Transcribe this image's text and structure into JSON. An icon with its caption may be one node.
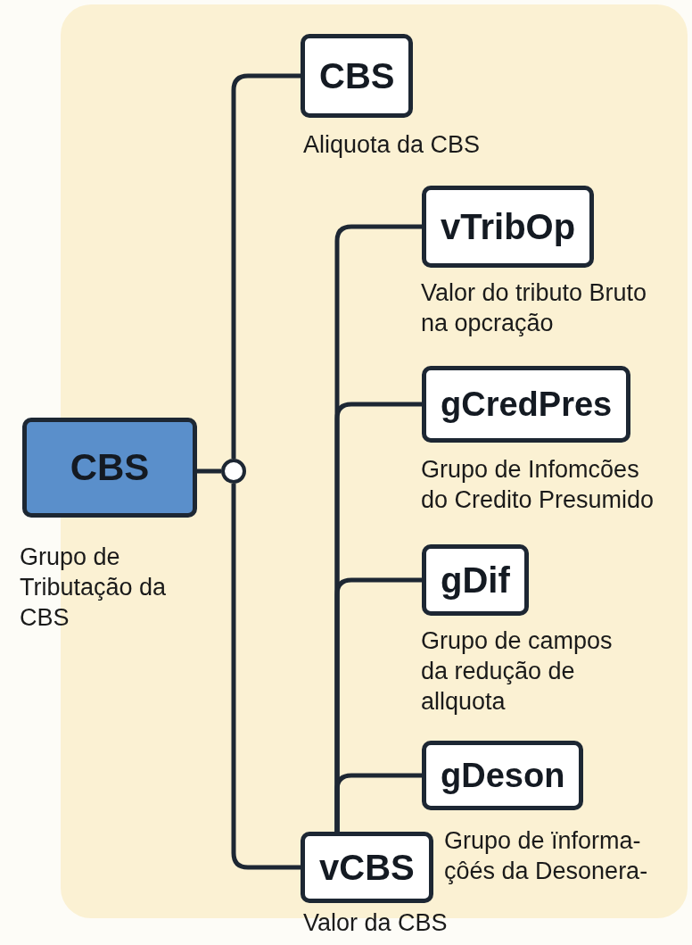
{
  "diagram": {
    "nodes": [
      {
        "text": [
          "CBS"
        ],
        "beside": [
          "Grupo de Tributação da CBS"
        ]
      },
      {
        "text": [],
        "shape": "circle"
      },
      {
        "text": [
          "CBS"
        ],
        "beside": [
          "Aliquota da CBS"
        ]
      },
      {
        "text": [
          "vTribOp"
        ],
        "beside": [
          "Valor do tributo Bruto na opcração"
        ]
      },
      {
        "text": [
          "gCredPres"
        ],
        "beside": [
          "Grupo de Infomcões do Credito Presumido"
        ]
      },
      {
        "text": [
          "gDif"
        ],
        "beside": [
          "Grupo de campos da redução de allquota"
        ]
      },
      {
        "text": [
          "gDeson"
        ]
      },
      {
        "text": [
          "vCBS"
        ],
        "beside": [
          "Grupo de ïnforma- çôés da Desonera-",
          "Valor da CBS"
        ]
      }
    ],
    "edges": [
      {
        "from": 0,
        "to": 1,
        "arrow": "none"
      },
      {
        "from": 1,
        "to": 2,
        "arrow": "none"
      },
      {
        "from": 1,
        "to": 7,
        "arrow": "none"
      },
      {
        "from": 7,
        "to": 3,
        "arrow": "none"
      },
      {
        "from": 7,
        "to": 4,
        "arrow": "none"
      },
      {
        "from": 7,
        "to": 5,
        "arrow": "none"
      },
      {
        "from": 7,
        "to": 6,
        "arrow": "none"
      }
    ]
  }
}
